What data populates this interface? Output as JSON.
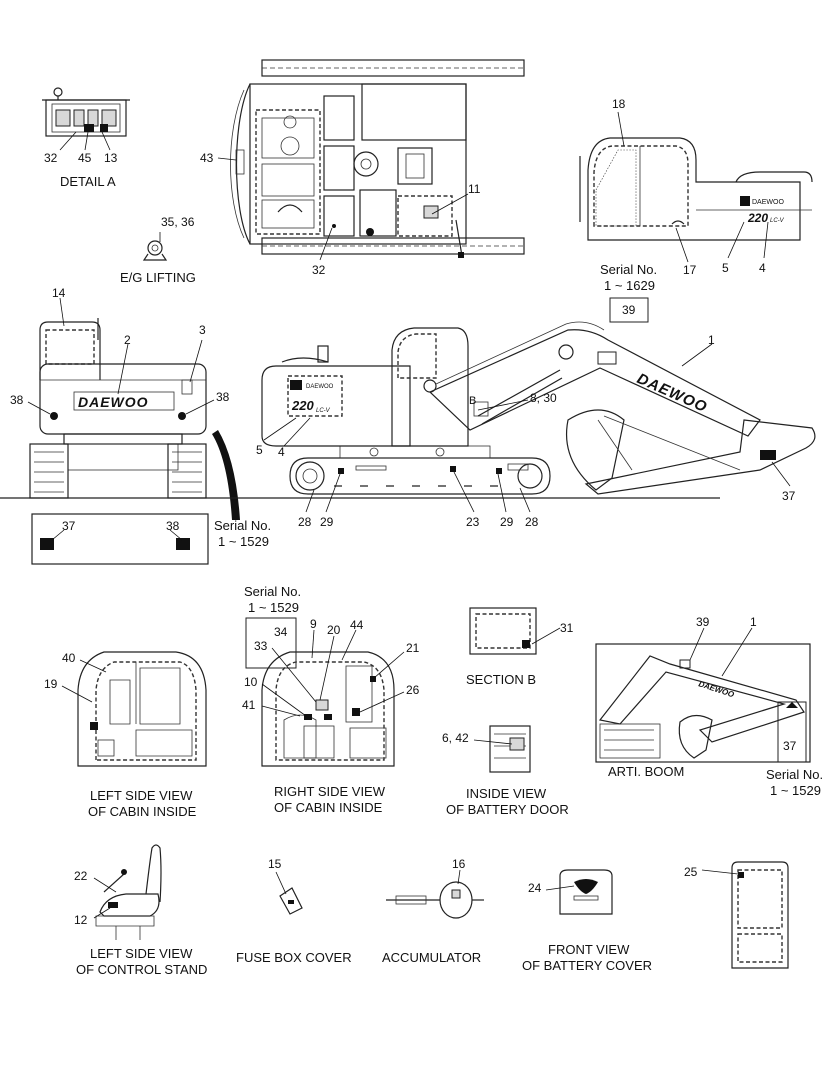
{
  "captions": {
    "detail_a": "DETAIL  A",
    "eg_lifting": "E/G LIFTING",
    "section_b": "SECTION  B",
    "arti_boom": "ARTI.  BOOM",
    "left_cabin_1": "LEFT SIDE VIEW",
    "left_cabin_2": "OF CABIN INSIDE",
    "right_cabin_1": "RIGHT SIDE VIEW",
    "right_cabin_2": "OF CABIN INSIDE",
    "battery_door_1": "INSIDE VIEW",
    "battery_door_2": "OF BATTERY DOOR",
    "control_stand_1": "LEFT SIDE VIEW",
    "control_stand_2": "OF CONTROL STAND",
    "fuse_box": "FUSE BOX COVER",
    "accumulator": "ACCUMULATOR",
    "battery_cover_1": "FRONT VIEW",
    "battery_cover_2": "OF BATTERY COVER"
  },
  "serial_notes": {
    "label": "Serial No.",
    "r1629": "1 ~ 1629",
    "r1529": "1 ~ 1529"
  },
  "decal_text": {
    "brand": "DAEWOO",
    "model": "220",
    "suffix": "LC-V",
    "section_mark": "B"
  },
  "callouts": {
    "c1": "1",
    "c2": "2",
    "c3": "3",
    "c4": "4",
    "c5": "5",
    "c6_42": "6, 42",
    "c8_30": "8, 30",
    "c9": "9",
    "c10": "10",
    "c11": "11",
    "c12": "12",
    "c13": "13",
    "c14": "14",
    "c15": "15",
    "c16": "16",
    "c17": "17",
    "c18": "18",
    "c19": "19",
    "c20": "20",
    "c21": "21",
    "c22": "22",
    "c23": "23",
    "c24": "24",
    "c25": "25",
    "c26": "26",
    "c28": "28",
    "c29": "29",
    "c31": "31",
    "c32": "32",
    "c33": "33",
    "c34": "34",
    "c35_36": "35, 36",
    "c37": "37",
    "c38": "38",
    "c39": "39",
    "c40": "40",
    "c41": "41",
    "c43": "43",
    "c44": "44",
    "c45": "45"
  }
}
